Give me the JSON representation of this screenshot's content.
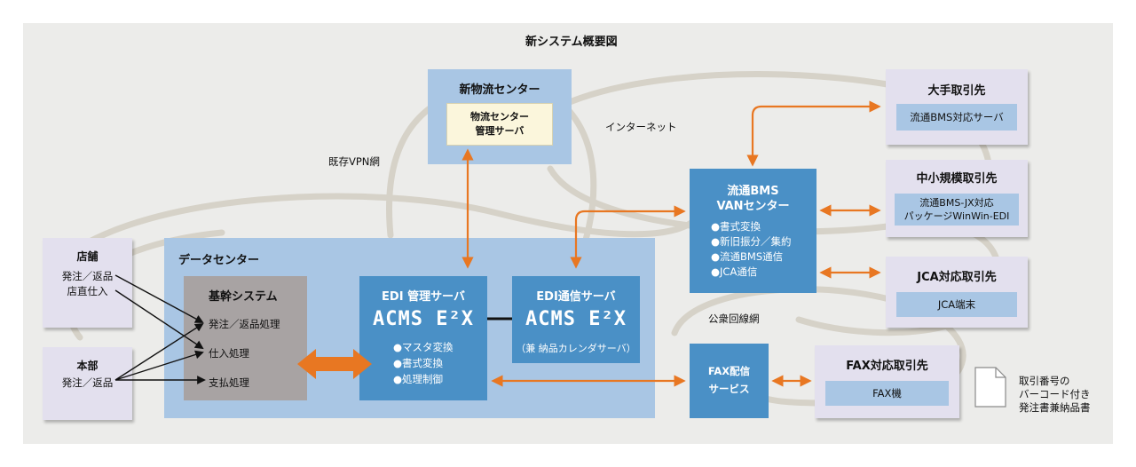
{
  "title": "新システム概要図",
  "labels": {
    "vpn": "既存VPN網",
    "internet": "インターネット",
    "public_line": "公衆回線網"
  },
  "store": {
    "title": "店舗",
    "lines": [
      "発注／返品",
      "店直仕入"
    ]
  },
  "hq": {
    "title": "本部",
    "lines": [
      "発注／返品"
    ]
  },
  "data_center": {
    "title": "データセンター",
    "core": {
      "title": "基幹システム",
      "items": [
        "発注／返品処理",
        "仕入処理",
        "支払処理"
      ]
    },
    "edi_mgmt": {
      "title": "EDI 管理サーバ",
      "logo": "ACMS E²X",
      "items": [
        "●マスタ変換",
        "●書式変換",
        "●処理制御"
      ]
    },
    "edi_comm": {
      "title": "EDI通信サーバ",
      "logo": "ACMS E²X",
      "note": "（兼 納品カレンダサーバ）"
    }
  },
  "logistics": {
    "title": "新物流センター",
    "server_lines": [
      "物流センター",
      "管理サーバ"
    ]
  },
  "van": {
    "title_lines": [
      "流通BMS",
      "VANセンター"
    ],
    "items": [
      "●書式変換",
      "●新旧振分／集約",
      "●流通BMS通信",
      "●JCA通信"
    ]
  },
  "fax_service": {
    "lines": [
      "FAX配信",
      "サービス"
    ]
  },
  "partners": {
    "large": {
      "title": "大手取引先",
      "inner": [
        "流通BMS対応サーバ"
      ]
    },
    "smb": {
      "title": "中小規模取引先",
      "inner": [
        "流通BMS-JX対応",
        "パッケージWinWin-EDI"
      ]
    },
    "jca": {
      "title": "JCA対応取引先",
      "inner": [
        "JCA端末"
      ]
    },
    "fax": {
      "title": "FAX対応取引先",
      "inner": [
        "FAX機"
      ]
    }
  },
  "document": {
    "lines": [
      "取引番号の",
      "バーコード付き",
      "発注書兼納品書"
    ]
  },
  "colors": {
    "arrow": "#e87722",
    "network": "#d6d2c8",
    "dark_blue": "#4a90c6",
    "light_blue": "#a9c6e4",
    "lavender": "#e3e0ee"
  },
  "icons": {
    "document": "document-icon"
  }
}
